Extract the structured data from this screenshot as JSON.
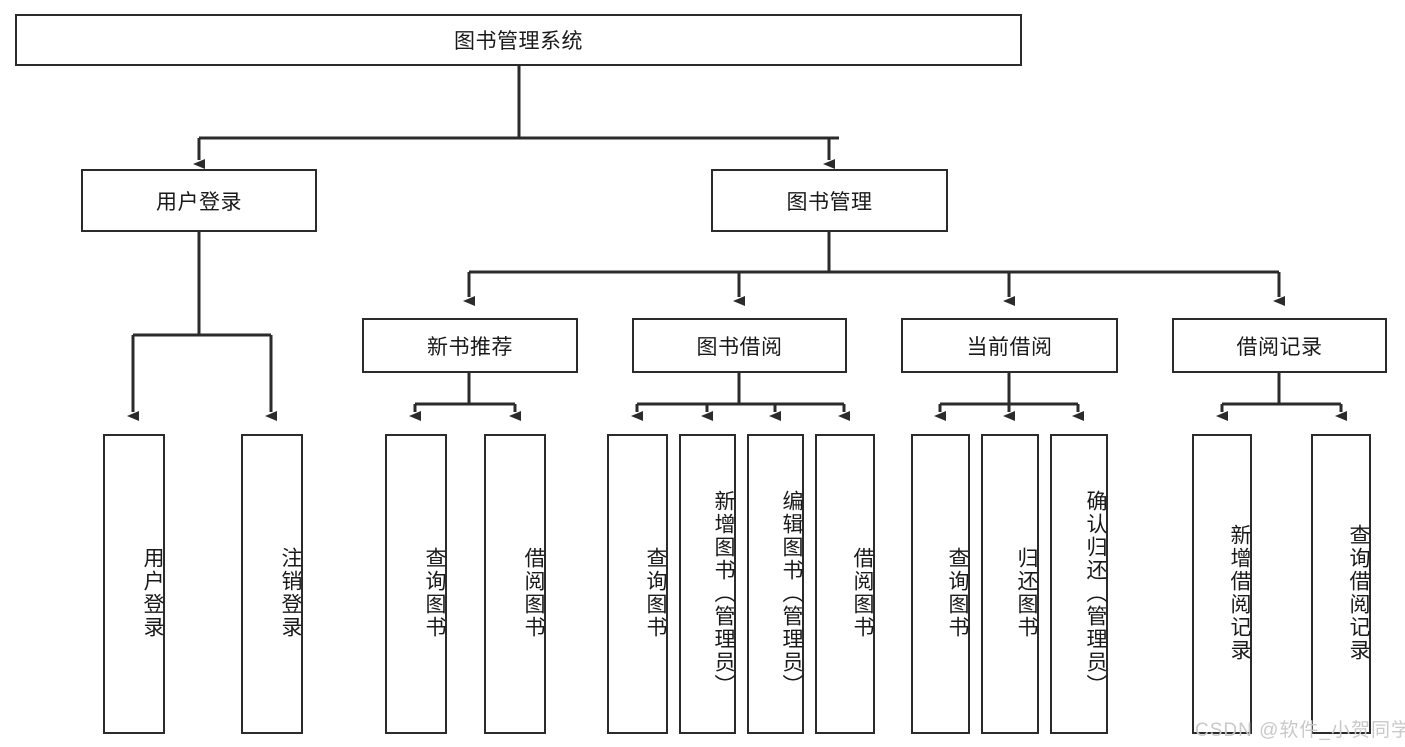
{
  "diagram": {
    "title": "图书管理系统",
    "watermark": "CSDN @软件_小贺同学",
    "stroke_color": "#2b2b2b",
    "background_color": "#ffffff",
    "root": {
      "label": "图书管理系统"
    },
    "level2": [
      {
        "label": "用户登录"
      },
      {
        "label": "图书管理"
      }
    ],
    "level3": [
      {
        "label": "新书推荐"
      },
      {
        "label": "图书借阅"
      },
      {
        "label": "当前借阅"
      },
      {
        "label": "借阅记录"
      }
    ],
    "leaves": [
      {
        "label": "用户登录"
      },
      {
        "label": "注销登录"
      },
      {
        "label": "查询图书"
      },
      {
        "label": "借阅图书"
      },
      {
        "label": "查询图书"
      },
      {
        "label": "新增图书（管理员）"
      },
      {
        "label": "编辑图书（管理员）"
      },
      {
        "label": "借阅图书"
      },
      {
        "label": "查询图书"
      },
      {
        "label": "归还图书"
      },
      {
        "label": "确认归还（管理员）"
      },
      {
        "label": "新增借阅记录"
      },
      {
        "label": "查询借阅记录"
      }
    ]
  }
}
